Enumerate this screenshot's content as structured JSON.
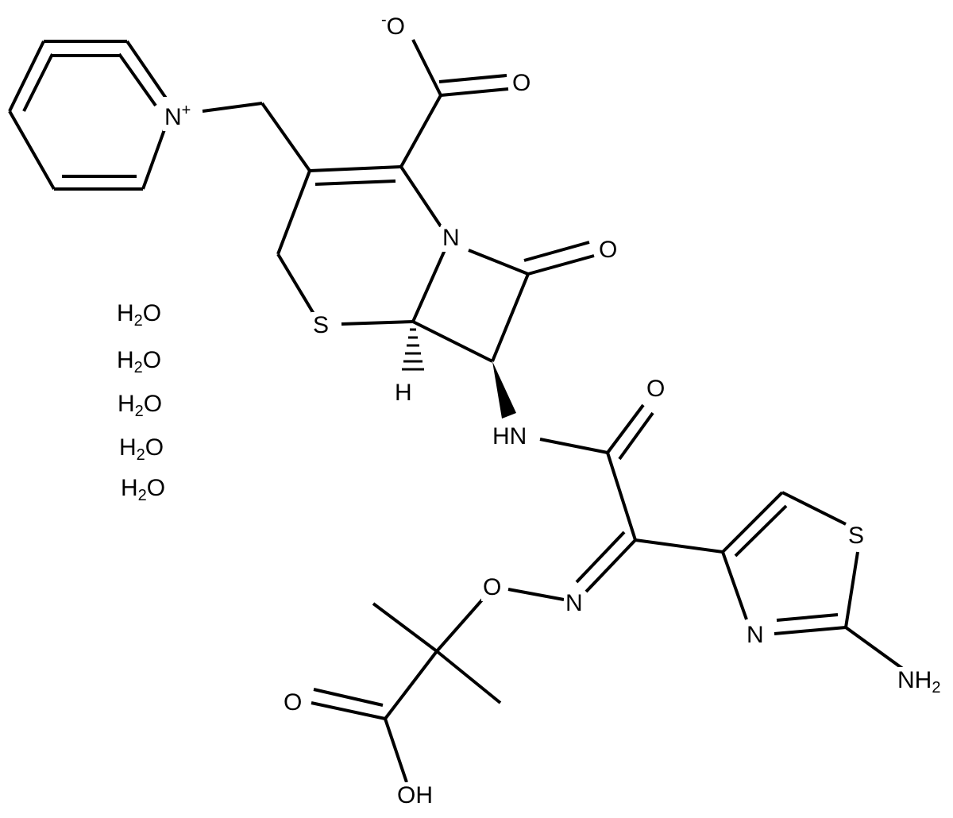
{
  "molecule": {
    "atoms": {
      "carboxylate_o_minus": {
        "symbol": "O",
        "charge": "-"
      },
      "carboxylate_o": {
        "symbol": "O"
      },
      "pyridinium_n": {
        "symbol": "N",
        "charge": "+"
      },
      "lactam_n": {
        "symbol": "N"
      },
      "lactam_o": {
        "symbol": "O"
      },
      "ring_s": {
        "symbol": "S"
      },
      "stereo_h": {
        "symbol": "H"
      },
      "amide_nh": {
        "symbol": "HN"
      },
      "amide_o": {
        "symbol": "O"
      },
      "oxime_o": {
        "symbol": "O"
      },
      "oxime_n": {
        "symbol": "N"
      },
      "thiazole_s": {
        "symbol": "S"
      },
      "thiazole_n": {
        "symbol": "N"
      },
      "amine": {
        "symbol": "NH",
        "sub": "2"
      },
      "acid_o": {
        "symbol": "O"
      },
      "acid_oh": {
        "symbol": "OH"
      }
    },
    "waters": [
      {
        "h": "H",
        "sub": "2",
        "o": "O"
      },
      {
        "h": "H",
        "sub": "2",
        "o": "O"
      },
      {
        "h": "H",
        "sub": "2",
        "o": "O"
      },
      {
        "h": "H",
        "sub": "2",
        "o": "O"
      },
      {
        "h": "H",
        "sub": "2",
        "o": "O"
      }
    ]
  }
}
